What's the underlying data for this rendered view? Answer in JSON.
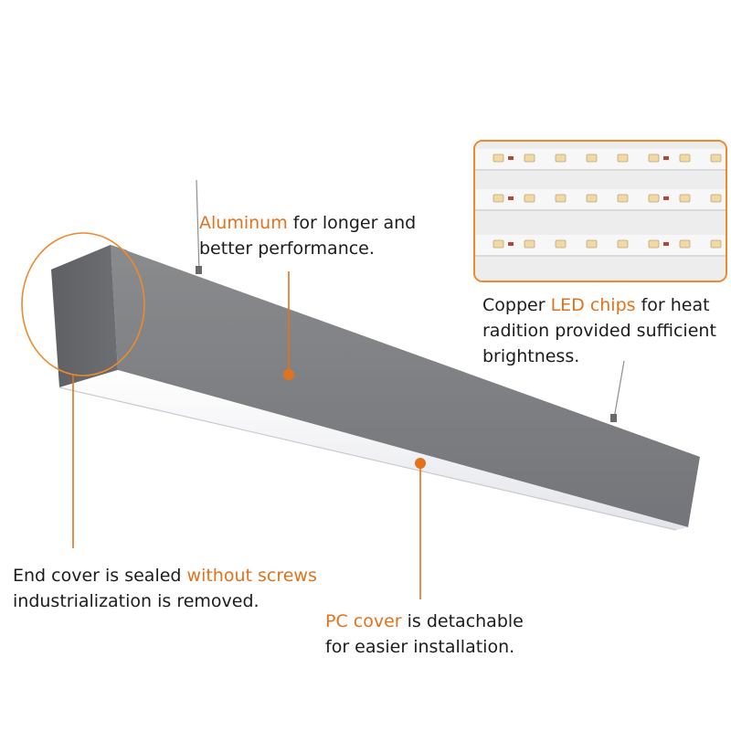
{
  "colors": {
    "accent": "#e2721b",
    "text": "#1c1c1c",
    "housing": "#7d7e80",
    "diffuser": "#f6f6f8"
  },
  "callouts": {
    "aluminum": {
      "highlight": "Aluminum",
      "rest_line1": " for longer and",
      "line2": "better performance."
    },
    "led_chips": {
      "prefix": "Copper ",
      "highlight": "LED chips",
      "rest_line1": " for heat",
      "line2": "radition provided sufficient",
      "line3": "brightness."
    },
    "end_cover": {
      "prefix": "End cover is sealed ",
      "highlight": "without screws",
      "line2": "industrialization is removed."
    },
    "pc_cover": {
      "highlight": "PC cover",
      "rest_line1": " is detachable",
      "line2": "for easier installation."
    }
  },
  "led_panel": {
    "rows": 3,
    "chips_per_row": 8
  }
}
